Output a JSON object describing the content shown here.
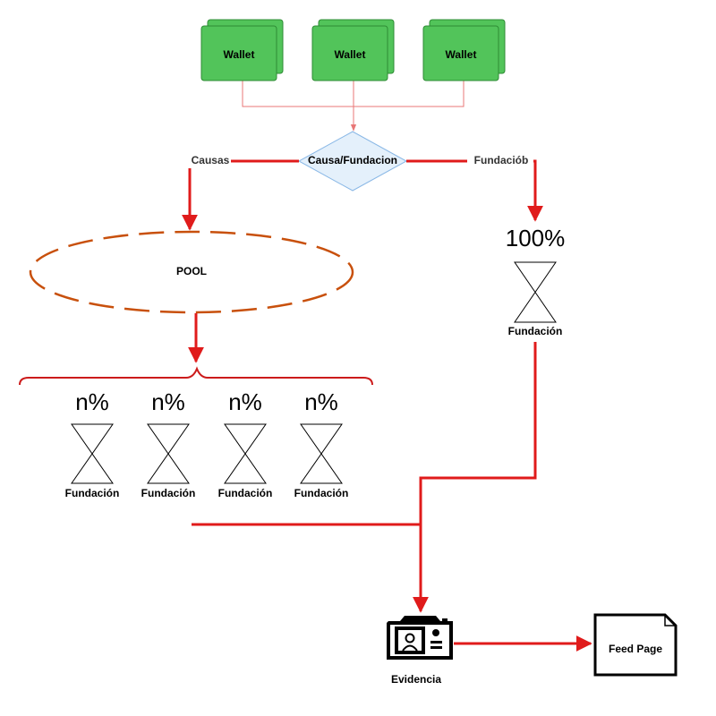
{
  "wallets": [
    {
      "label": "Wallet"
    },
    {
      "label": "Wallet"
    },
    {
      "label": "Wallet"
    }
  ],
  "decision": {
    "label": "Causa/Fundacion"
  },
  "branches": {
    "left_label": "Causas",
    "right_label": "Fundaciób"
  },
  "pool": {
    "label": "POOL"
  },
  "direct": {
    "percent": "100%",
    "label": "Fundación"
  },
  "split": [
    {
      "percent": "n%",
      "label": "Fundación"
    },
    {
      "percent": "n%",
      "label": "Fundación"
    },
    {
      "percent": "n%",
      "label": "Fundación"
    },
    {
      "percent": "n%",
      "label": "Fundación"
    }
  ],
  "evidence": {
    "label": "Evidencia"
  },
  "feed": {
    "label": "Feed Page"
  },
  "colors": {
    "wallet_fill": "#52c45a",
    "wallet_border": "#2e8b34",
    "diamond_fill": "#e4f0fb",
    "diamond_border": "#8ab8e6",
    "flow_red": "#e01b1b",
    "thin_red": "#e87777",
    "pool_dash": "#c8500c"
  }
}
